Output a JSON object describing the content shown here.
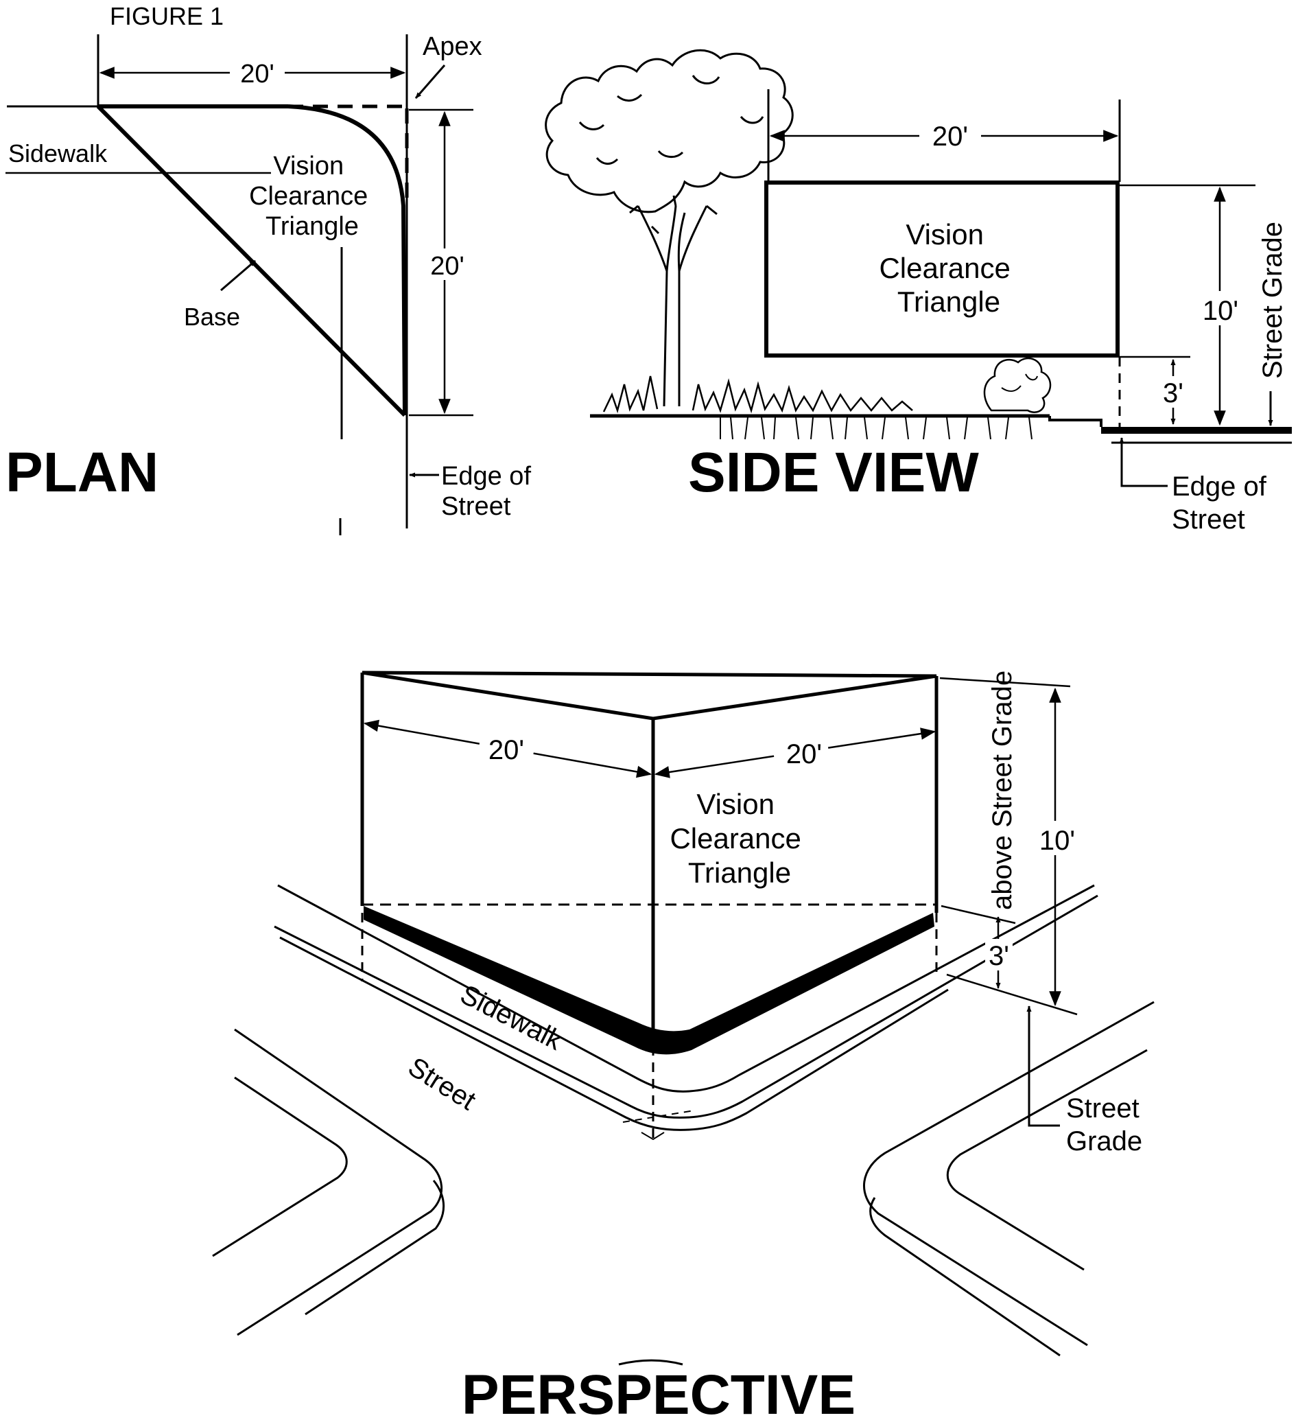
{
  "figure_label": "FIGURE 1",
  "plan": {
    "heading": "PLAN",
    "dim_top": "20'",
    "dim_side": "20'",
    "apex": "Apex",
    "sidewalk": "Sidewalk",
    "triangle_label": [
      "Vision",
      "Clearance",
      "Triangle"
    ],
    "base": "Base",
    "edge_of_street": [
      "Edge of",
      "Street"
    ]
  },
  "side_view": {
    "heading": "SIDE VIEW",
    "dim_width": "20'",
    "dim_height": "10'",
    "dim_clearance": "3'",
    "triangle_label": [
      "Vision",
      "Clearance",
      "Triangle"
    ],
    "street_grade": "Street Grade",
    "edge_of_street": [
      "Edge of",
      "Street"
    ]
  },
  "perspective": {
    "heading": "PERSPECTIVE",
    "dim_left": "20'",
    "dim_right": "20'",
    "dim_height": "10'",
    "dim_clearance": "3'",
    "above_street_grade": "above Street Grade",
    "triangle_label": [
      "Vision",
      "Clearance",
      "Triangle"
    ],
    "sidewalk": "Sidewalk",
    "street": "Street",
    "street_grade": [
      "Street",
      "Grade"
    ]
  }
}
